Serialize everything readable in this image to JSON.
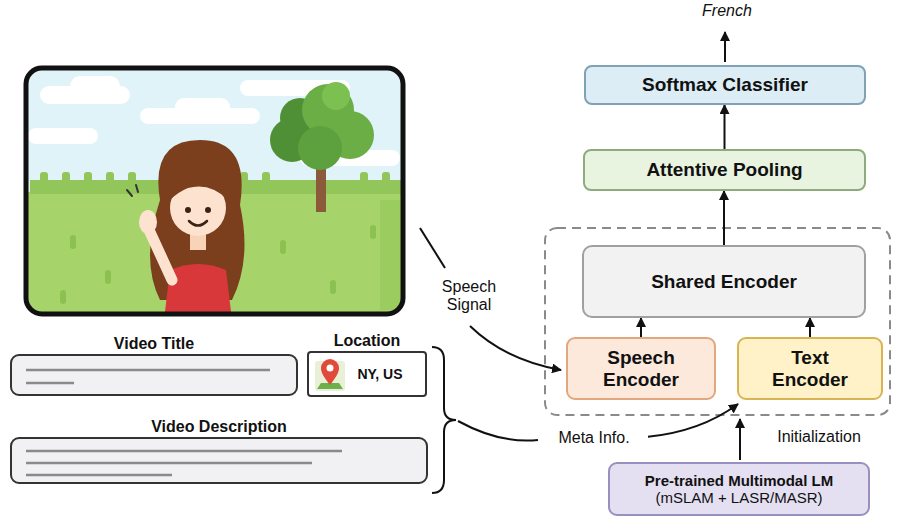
{
  "diagram": {
    "nodes": [
      {
        "text": [
          "Video Title"
        ]
      },
      {
        "text": [
          "Location",
          "NY, US"
        ]
      },
      {
        "text": [
          "Video Description"
        ]
      },
      {
        "text": [
          "Speech Encoder"
        ]
      },
      {
        "text": [
          "Text Encoder"
        ]
      },
      {
        "text": [
          "Shared Encoder"
        ]
      },
      {
        "text": [
          "Attentive Pooling"
        ]
      },
      {
        "text": [
          "Softmax Classifier"
        ]
      },
      {
        "text": [
          "Pre-trained Multimodal LM",
          "(mSLAM + LASR/MASR)"
        ]
      }
    ],
    "edges": [
      {
        "from": 3,
        "to": 5,
        "arrow": "to"
      },
      {
        "from": 4,
        "to": 5,
        "arrow": "to"
      },
      {
        "from": 5,
        "to": 6,
        "arrow": "to"
      },
      {
        "from": 6,
        "to": 7,
        "arrow": "to"
      }
    ],
    "labels": [
      "French",
      "Speech Signal",
      "Meta Info.",
      "Initialization"
    ]
  }
}
